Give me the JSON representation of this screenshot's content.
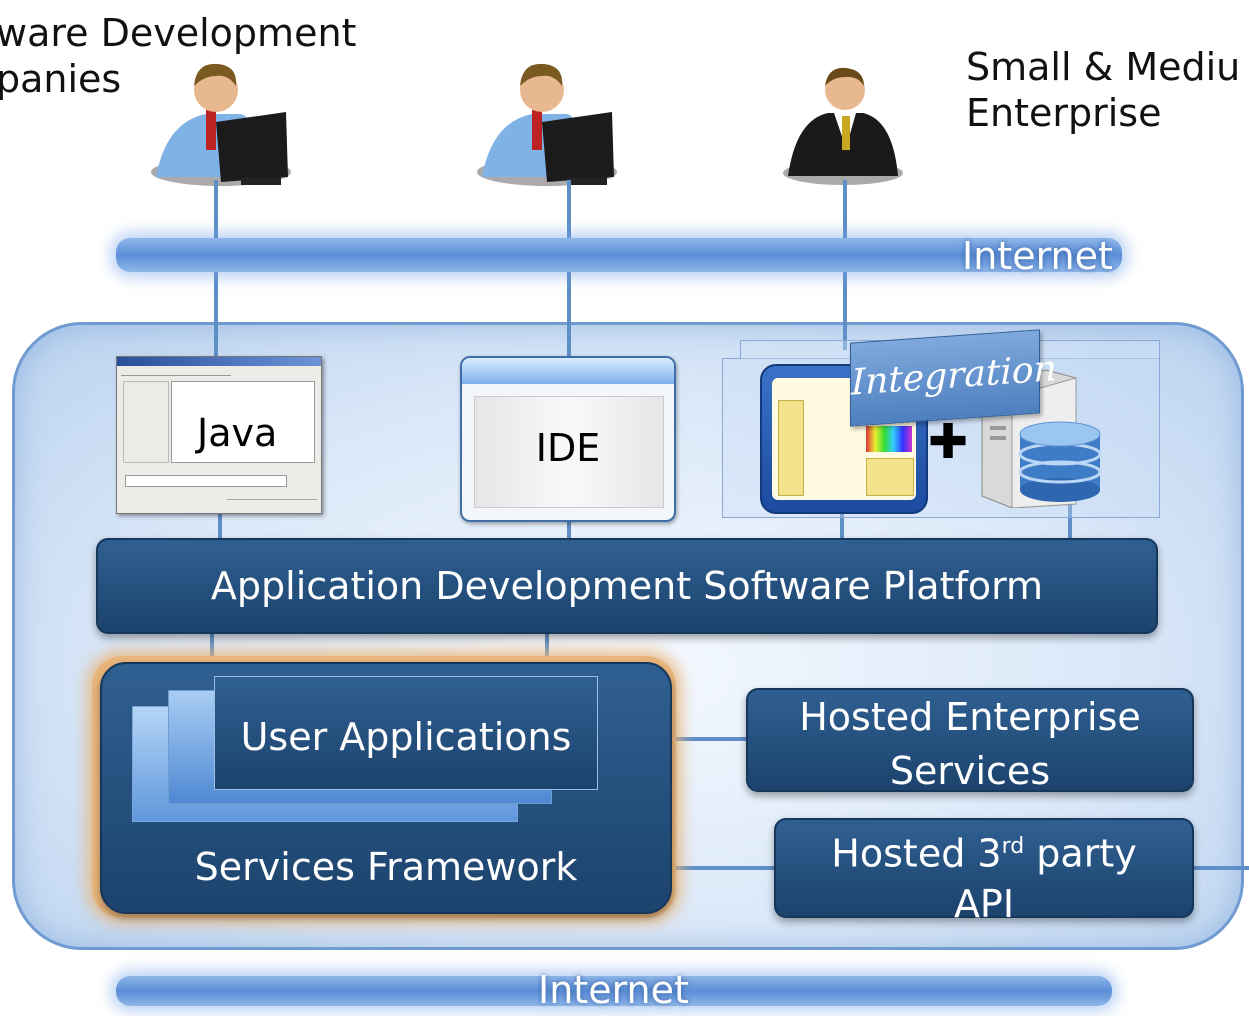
{
  "actors": {
    "left_label": "ware Development\npanies",
    "right_label": "Small & Mediu\nEnterprise"
  },
  "internet_top": "Internet",
  "internet_bottom": "Internet",
  "tools": {
    "java": "Java",
    "ide": "IDE",
    "integration": "Integration"
  },
  "platform": "Application Development Software Platform",
  "services_framework": "Services Framework",
  "user_applications": "User Applications",
  "hosted_enterprise": "Hosted Enterprise\nServices",
  "hosted_third_party": {
    "prefix": "Hosted 3",
    "sup": "rd",
    "suffix": " party",
    "line2": "API"
  },
  "colors": {
    "dark_box": "#1f4a78",
    "internet_bar": "#6f9fe0",
    "cloud_border": "#6f9bd1",
    "framework_glow": "#e6b27a"
  }
}
